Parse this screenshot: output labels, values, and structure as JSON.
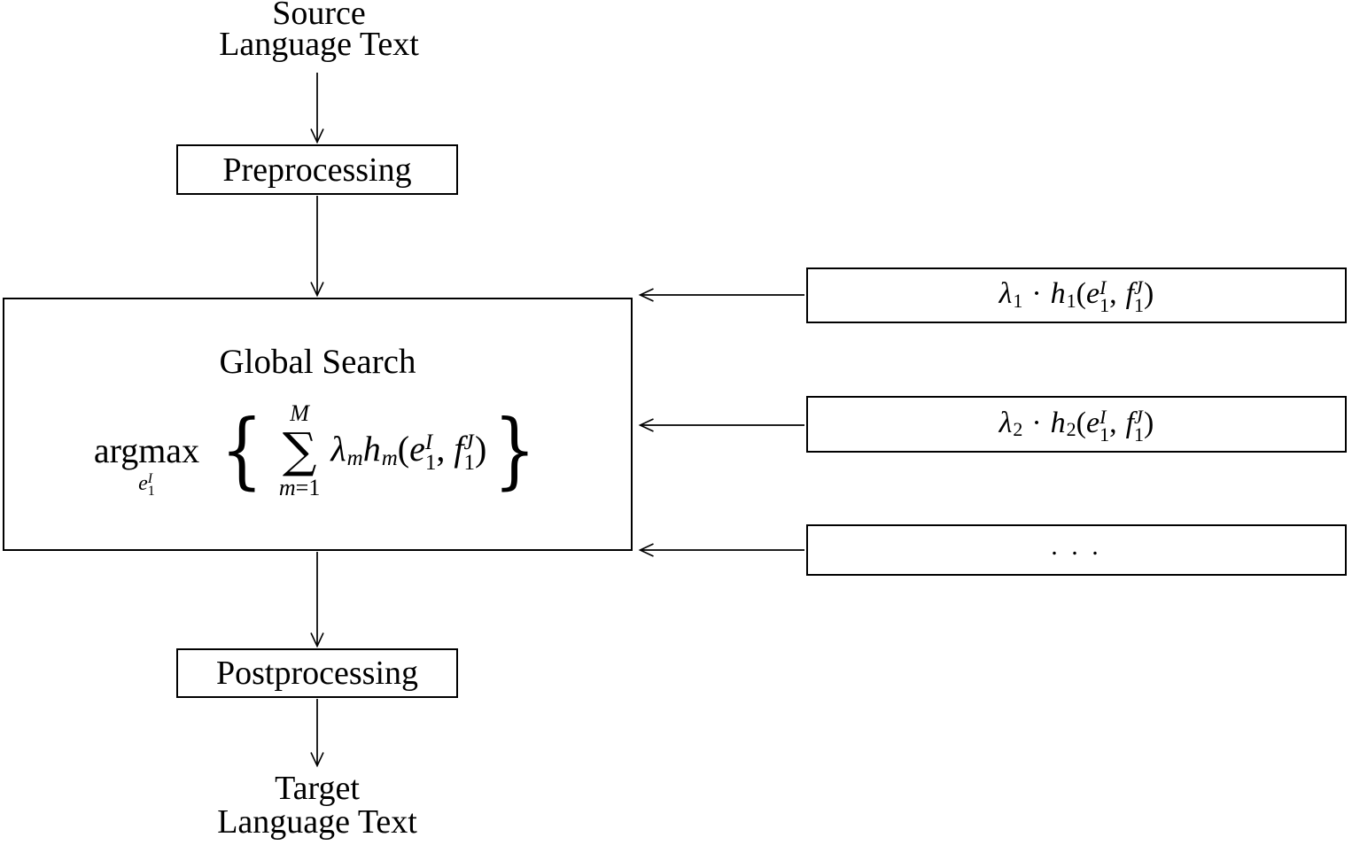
{
  "diagram": {
    "source_label": {
      "line1": "Source",
      "line2": "Language Text"
    },
    "preprocessing_label": "Preprocessing",
    "global_search": {
      "title": "Global Search",
      "formula": {
        "operator": "argmax",
        "operator_sub": {
          "base": "e",
          "sup": "I",
          "sub": "1"
        },
        "open_brace": "{",
        "sum": {
          "upper": "M",
          "symbol": "∑",
          "lower_var": "m",
          "lower_rest": "=1"
        },
        "body": {
          "lambda": "λ",
          "lambda_sub": "m",
          "h": "h",
          "h_sub": "m",
          "open_paren": "(",
          "e": "e",
          "e_sup": "I",
          "e_sub": "1",
          "comma": ",",
          "f": "f",
          "f_sup": "J",
          "f_sub": "1",
          "close_paren": ")"
        },
        "close_brace": "}"
      }
    },
    "feature_boxes": [
      {
        "lambda": "λ",
        "lambda_sub": "1",
        "dot": "·",
        "h": "h",
        "h_sub": "1",
        "open_paren": "(",
        "e": "e",
        "e_sup": "I",
        "e_sub": "1",
        "comma": ",",
        "f": "f",
        "f_sup": "J",
        "f_sub": "1",
        "close_paren": ")"
      },
      {
        "lambda": "λ",
        "lambda_sub": "2",
        "dot": "·",
        "h": "h",
        "h_sub": "2",
        "open_paren": "(",
        "e": "e",
        "e_sup": "I",
        "e_sub": "1",
        "comma": ",",
        "f": "f",
        "f_sup": "J",
        "f_sub": "1",
        "close_paren": ")"
      },
      {
        "ellipsis": ". . ."
      }
    ],
    "postprocessing_label": "Postprocessing",
    "target_label": {
      "line1": "Target",
      "line2": "Language Text"
    }
  },
  "colors": {
    "stroke": "#000000",
    "background": "#ffffff"
  }
}
